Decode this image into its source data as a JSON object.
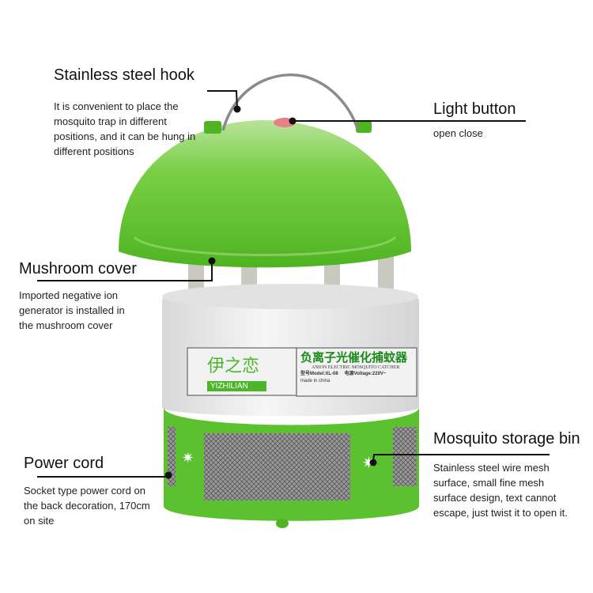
{
  "product": {
    "brand_logo_text": "伊之恋",
    "brand_name": "YIZHILIAN",
    "label_cn_title": "负离子光催化捕蚊器",
    "label_en_title": "ANION ELECTRIC MOSQUITO CATCHER",
    "model": "型号Model:XL-08",
    "voltage": "电源Voltage:220V~",
    "made_in": "made in china",
    "colors": {
      "body_green": "#5cc12e",
      "white_ring": "#ececec",
      "button_red": "#e77f86",
      "post_gray": "#c9c9c0"
    }
  },
  "callouts": [
    {
      "title": "Stainless steel hook",
      "description": "It is convenient to place the mosquito trap in different positions, and it can be hung in different positions"
    },
    {
      "title": "Light button",
      "description": "open close"
    },
    {
      "title": "Mushroom cover",
      "description": "Imported negative ion generator is installed in the mushroom cover"
    },
    {
      "title": "Power cord",
      "description": "Socket type power cord on the back decoration, 170cm on site"
    },
    {
      "title": "Mosquito storage bin",
      "description": "Stainless steel wire mesh surface, small fine mesh surface design, text cannot escape, just twist it to open it."
    }
  ]
}
